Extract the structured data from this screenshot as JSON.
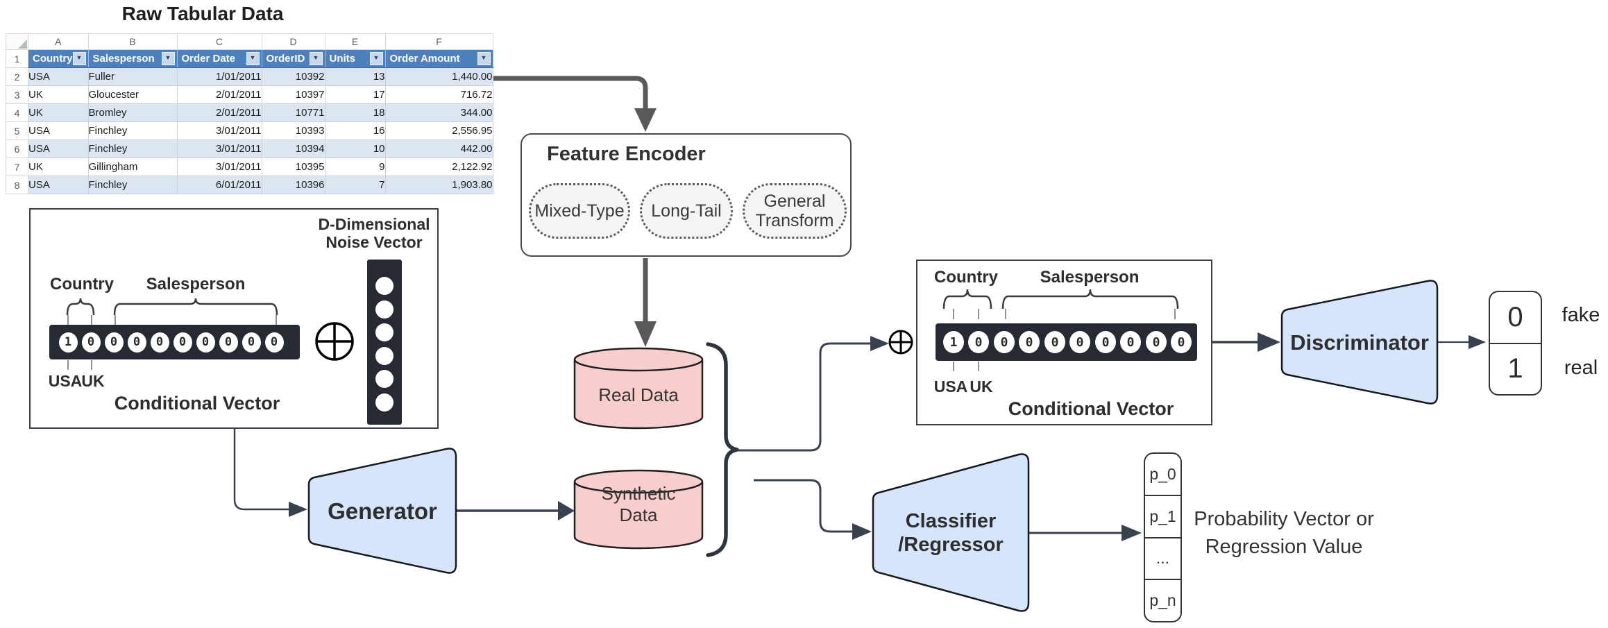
{
  "title": "Raw Tabular Data",
  "spreadsheet": {
    "column_letters": [
      "A",
      "B",
      "C",
      "D",
      "E",
      "F"
    ],
    "headers": [
      "Country",
      "Salesperson",
      "Order Date",
      "OrderID",
      "Units",
      "Order Amount"
    ],
    "row_numbers": [
      "1",
      "2",
      "3",
      "4",
      "5",
      "6",
      "7",
      "8"
    ],
    "rows": [
      [
        "USA",
        "Fuller",
        "1/01/2011",
        "10392",
        "13",
        "1,440.00"
      ],
      [
        "UK",
        "Gloucester",
        "2/01/2011",
        "10397",
        "17",
        "716.72"
      ],
      [
        "UK",
        "Bromley",
        "2/01/2011",
        "10771",
        "18",
        "344.00"
      ],
      [
        "USA",
        "Finchley",
        "3/01/2011",
        "10393",
        "16",
        "2,556.95"
      ],
      [
        "USA",
        "Finchley",
        "3/01/2011",
        "10394",
        "10",
        "442.00"
      ],
      [
        "UK",
        "Gillingham",
        "3/01/2011",
        "10395",
        "9",
        "2,122.92"
      ],
      [
        "USA",
        "Finchley",
        "6/01/2011",
        "10396",
        "7",
        "1,903.80"
      ]
    ]
  },
  "feature_encoder": {
    "title": "Feature Encoder",
    "pills": [
      "Mixed-Type",
      "Long-Tail",
      "General Transform"
    ]
  },
  "left_conditional": {
    "noise_label_line1": "D-Dimensional",
    "noise_label_line2": "Noise Vector",
    "country_label": "Country",
    "salesperson_label": "Salesperson",
    "cells": [
      "1",
      "0",
      "0",
      "0",
      "0",
      "0",
      "0",
      "0",
      "0",
      "0"
    ],
    "usa_label": "USA",
    "uk_label": "UK",
    "caption": "Conditional Vector"
  },
  "right_conditional": {
    "country_label": "Country",
    "salesperson_label": "Salesperson",
    "cells": [
      "1",
      "0",
      "0",
      "0",
      "0",
      "0",
      "0",
      "0",
      "0",
      "0"
    ],
    "usa_label": "USA",
    "uk_label": "UK",
    "caption": "Conditional Vector"
  },
  "generator_label": "Generator",
  "discriminator_label": "Discriminator",
  "classifier_label_line1": "Classifier",
  "classifier_label_line2": "/Regressor",
  "real_data_label": "Real Data",
  "synthetic_label_line1": "Synthetic",
  "synthetic_label_line2": "Data",
  "output": {
    "fake_value": "0",
    "fake_label": "fake",
    "real_value": "1",
    "real_label": "real"
  },
  "pvector": {
    "cells": [
      "p_0",
      "p_1",
      "...",
      "p_n"
    ]
  },
  "prob_text_line1": "Probability Vector or",
  "prob_text_line2": "Regression Value",
  "colors": {
    "header_blue": "#4E80BE",
    "band_blue": "#DCE6F2",
    "shape_blue": "#D5E5FB",
    "shape_pink": "#F8CECC",
    "bar_dark": "#262B33",
    "arrow_gray": "#595959",
    "line_dark": "#3A414E"
  }
}
